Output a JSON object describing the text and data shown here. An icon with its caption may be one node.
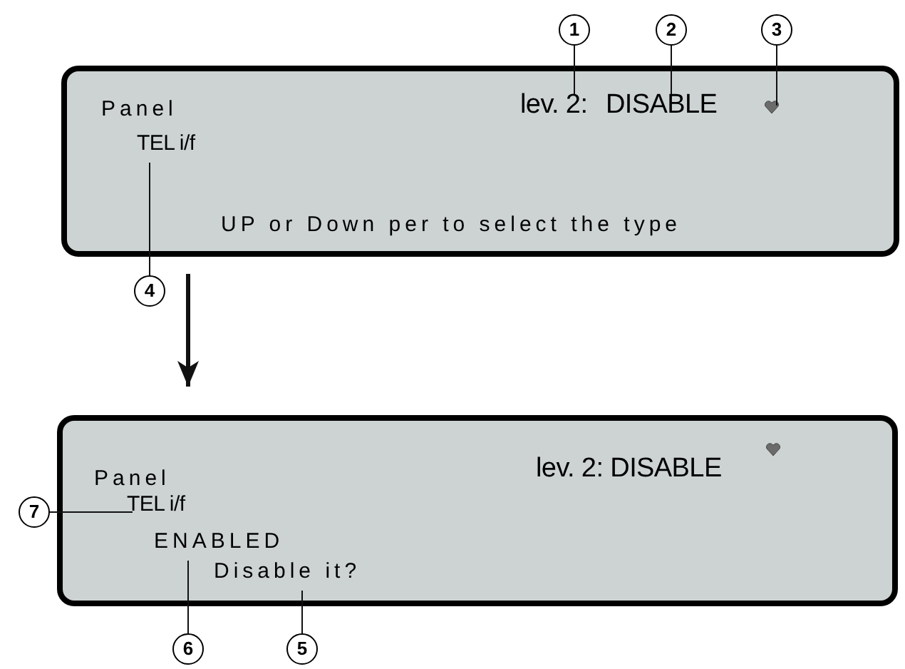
{
  "diagram": {
    "nodes": [
      {
        "text": [
          "Panel",
          "UP or Down per to select the type"
        ]
      },
      {
        "text": [
          "lev. 2:"
        ],
        "in": 0
      },
      {
        "text": [
          "DISABLE"
        ],
        "in": 0
      },
      {
        "text": [],
        "shape": "picture",
        "in": 0
      },
      {
        "text": [
          "TEL i/f"
        ],
        "in": 0
      },
      {
        "text": [
          "1"
        ]
      },
      {
        "text": [
          "2"
        ]
      },
      {
        "text": [
          "3"
        ]
      },
      {
        "text": [
          "4"
        ]
      },
      {
        "text": [
          "Panel"
        ]
      },
      {
        "text": [
          "lev. 2: DISABLE"
        ],
        "in": 9
      },
      {
        "text": [],
        "shape": "picture",
        "in": 9
      },
      {
        "text": [
          "TEL i/f"
        ],
        "in": 9
      },
      {
        "text": [
          "ENABLED"
        ],
        "in": 9
      },
      {
        "text": [
          "Disable it?"
        ],
        "in": 9
      },
      {
        "text": [
          "7"
        ]
      },
      {
        "text": [
          "6"
        ]
      },
      {
        "text": [
          "5"
        ]
      }
    ],
    "edges": [
      {
        "from": 5,
        "to": 1,
        "arrow": "none"
      },
      {
        "from": 6,
        "to": 2,
        "arrow": "none"
      },
      {
        "from": 7,
        "to": 3,
        "arrow": "none"
      },
      {
        "from": 8,
        "to": 4,
        "arrow": "none"
      },
      {
        "from": 0,
        "to": 9,
        "arrow": "to",
        "style": "thick"
      },
      {
        "from": 15,
        "to": 12,
        "arrow": "none"
      },
      {
        "from": 16,
        "to": 13,
        "arrow": "none"
      },
      {
        "from": 17,
        "to": 14,
        "arrow": "none"
      }
    ]
  }
}
